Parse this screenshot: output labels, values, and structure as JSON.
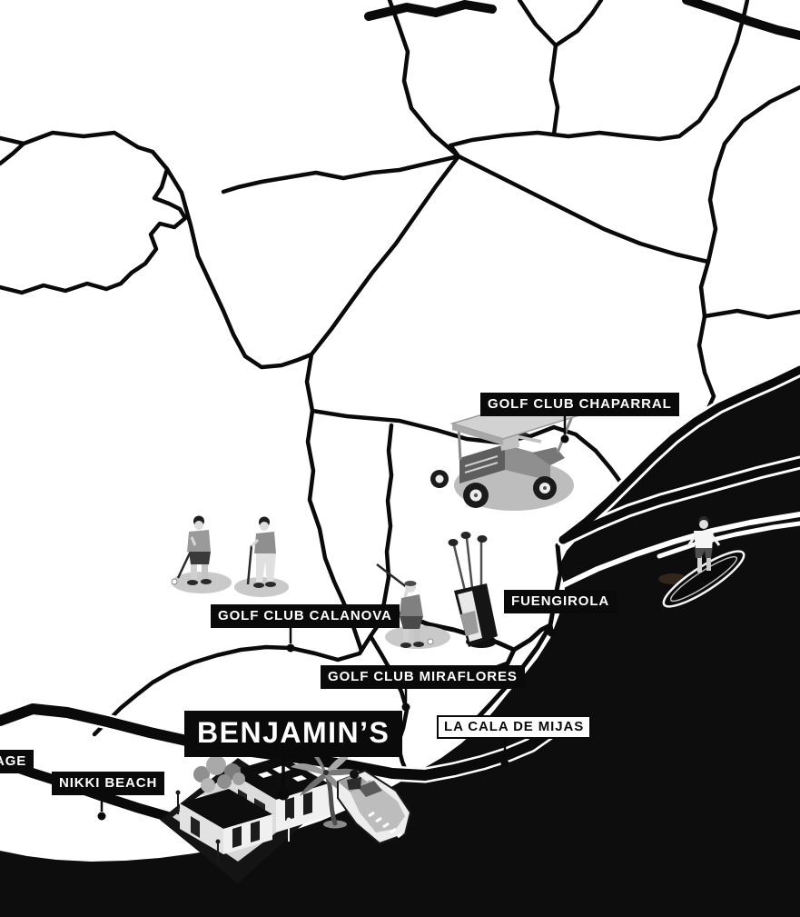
{
  "map": {
    "colors": {
      "background": "#ffffff",
      "road": "#0a0a0a",
      "sea": "#0d0d0d",
      "label_bg": "#0a0a0a",
      "label_text": "#ffffff",
      "illustration_gray": "#bdbdbd"
    },
    "labels": [
      {
        "id": "chaparral",
        "text": "GOLF CLUB CHAPARRAL",
        "variant": "dark"
      },
      {
        "id": "calanova",
        "text": "GOLF CLUB CALANOVA",
        "variant": "dark"
      },
      {
        "id": "fuengirola",
        "text": "FUENGIROLA",
        "variant": "dark"
      },
      {
        "id": "miraflores",
        "text": "GOLF CLUB MIRAFLORES",
        "variant": "dark"
      },
      {
        "id": "la_cala",
        "text": "LA CALA DE MIJAS",
        "variant": "light"
      },
      {
        "id": "benjamins",
        "text": "BENJAMIN’S",
        "variant": "dark-large"
      },
      {
        "id": "nikki",
        "text": "NIKKI BEACH",
        "variant": "dark"
      },
      {
        "id": "age",
        "text": "AGE",
        "variant": "dark-clipped"
      }
    ],
    "illustrations": [
      "golf-cart",
      "golfer-putting",
      "golfer-standing",
      "golfer-swinging",
      "golf-bag",
      "paddleboarder",
      "villa",
      "palm-tree",
      "speedboat"
    ]
  }
}
